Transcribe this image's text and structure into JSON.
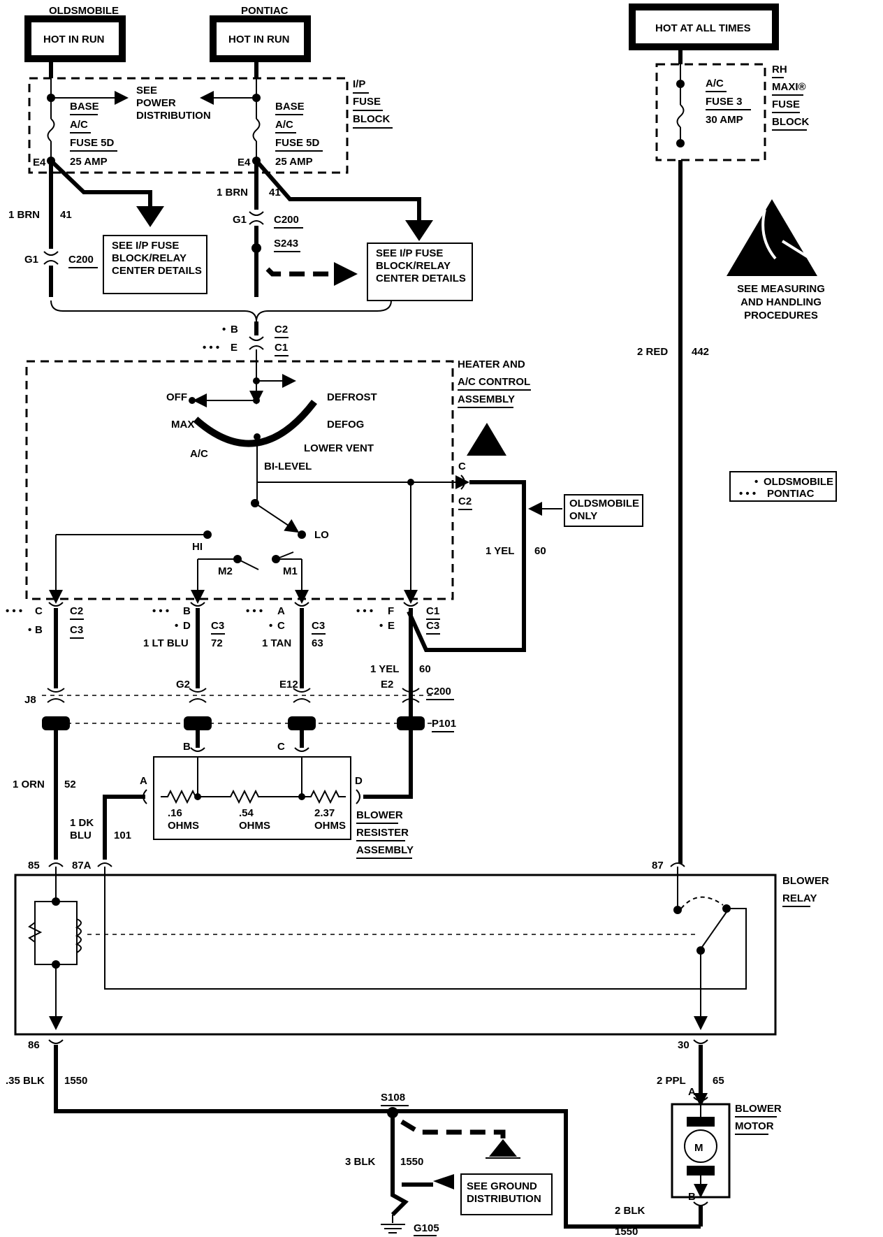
{
  "sources": {
    "oldsmobile": "OLDSMOBILE",
    "pontiac": "PONTIAC",
    "hot_in_run": "HOT IN RUN",
    "hot_at_all_times": "HOT AT ALL TIMES"
  },
  "ip_fuse_block": {
    "label_lines": [
      "I/P",
      "FUSE",
      "BLOCK"
    ],
    "see_power_distribution": [
      "SEE",
      "POWER",
      "DISTRIBUTION"
    ],
    "fuse_lines": [
      "BASE",
      "A/C",
      "FUSE 5D",
      "25 AMP"
    ],
    "terminal": "E4"
  },
  "maxi_fuse_block": {
    "label_lines": [
      "RH",
      "MAXI®",
      "FUSE",
      "BLOCK"
    ],
    "fuse_lines": [
      "A/C",
      "FUSE 3",
      "30 AMP"
    ]
  },
  "esd": {
    "lines": [
      "SEE MEASURING",
      "AND HANDLING",
      "PROCEDURES"
    ]
  },
  "relay_center_note": [
    "SEE I/P FUSE",
    "BLOCK/RELAY",
    "CENTER DETAILS"
  ],
  "wires": {
    "brn": "1 BRN",
    "brn_ckt": "41",
    "red": "2 RED",
    "red_ckt": "442",
    "yel": "1 YEL",
    "yel_ckt": "60",
    "lt_blu": "1 LT BLU",
    "lt_blu_ckt": "72",
    "tan": "1 TAN",
    "tan_ckt": "63",
    "orn": "1 ORN",
    "orn_ckt": "52",
    "dk_blu_1": "1 DK",
    "dk_blu_2": "BLU",
    "dk_blu_ckt": "101",
    "blk_small": ".35 BLK",
    "blk_ckt": "1550",
    "ppl": "2 PPL",
    "ppl_ckt": "65",
    "blk3": "3 BLK",
    "blk2": "2 BLK"
  },
  "connectors": {
    "g1": "G1",
    "c200": "C200",
    "s243": "S243",
    "b": "B",
    "e": "E",
    "c": "C",
    "d": "D",
    "a": "A",
    "f": "F",
    "c1": "C1",
    "c2": "C2",
    "c3": "C3",
    "j8": "J8",
    "g2": "G2",
    "e12": "E12",
    "e2": "E2",
    "p101": "P101",
    "s108": "S108",
    "g105": "G105"
  },
  "control_assembly": {
    "label_lines": [
      "HEATER AND",
      "A/C CONTROL",
      "ASSEMBLY"
    ],
    "off": "OFF",
    "max": "MAX",
    "ac": "A/C",
    "defrost": "DEFROST",
    "defog": "DEFOG",
    "lower_vent": "LOWER VENT",
    "bi_level": "BI-LEVEL",
    "hi": "HI",
    "lo": "LO",
    "m1": "M1",
    "m2": "M2"
  },
  "legend": {
    "oldsmobile": "OLDSMOBILE",
    "pontiac": "PONTIAC"
  },
  "oldsmobile_only": [
    "OLDSMOBILE",
    "ONLY"
  ],
  "resistor": {
    "label_lines": [
      "BLOWER",
      "RESISTER",
      "ASSEMBLY"
    ],
    "r1": ".16",
    "r2": ".54",
    "r3": "2.37",
    "ohms": "OHMS"
  },
  "relay": {
    "label_lines": [
      "BLOWER",
      "RELAY"
    ],
    "p85": "85",
    "p87a": "87A",
    "p87": "87",
    "p86": "86",
    "p30": "30"
  },
  "motor": {
    "label_lines": [
      "BLOWER",
      "MOTOR"
    ],
    "symbol": "M",
    "a": "A",
    "b": "B"
  },
  "ground_note": [
    "SEE GROUND",
    "DISTRIBUTION"
  ]
}
